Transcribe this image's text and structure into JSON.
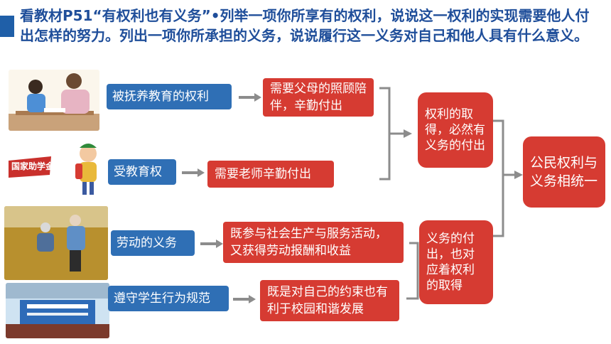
{
  "title": "看教材P51“有权利也有义务”•列举一项你所享有的权利，说说这一权利的实现需要他人付出怎样的努力。列出一项你所承担的义务，说说履行这一义务对自己和他人具有什么意义。",
  "rows": [
    {
      "picture": "mother-tutoring-child-illustration",
      "right_label": "被抚养教育的权利",
      "effort": "需要父母的照顾陪伴，辛勤付出"
    },
    {
      "picture": "student-with-backpack-illustration",
      "badge": "国家助学金",
      "right_label": "受教育权",
      "effort": "需要老师辛勤付出"
    },
    {
      "picture": "farmers-harvesting-wheat-photo",
      "right_label": "劳动的义务",
      "effort": "既参与社会生产与服务活动，又获得劳动报酬和收益"
    },
    {
      "picture": "school-stage-banner-photo",
      "right_label": "遵守学生行为规范",
      "effort": "既是对自己的约束也有利于校园和谐发展"
    }
  ],
  "summary": {
    "rights_to_duties": "权利的取得，必然有义务的付出",
    "duties_to_rights": "义务的付出，也对应着权利的取得",
    "conclusion": "公民权利与义务相统一"
  },
  "colors": {
    "blue_box": "#2f6fb5",
    "red_box": "#d63b32",
    "title": "#1f4e9a",
    "connector": "#8c8c8c"
  }
}
